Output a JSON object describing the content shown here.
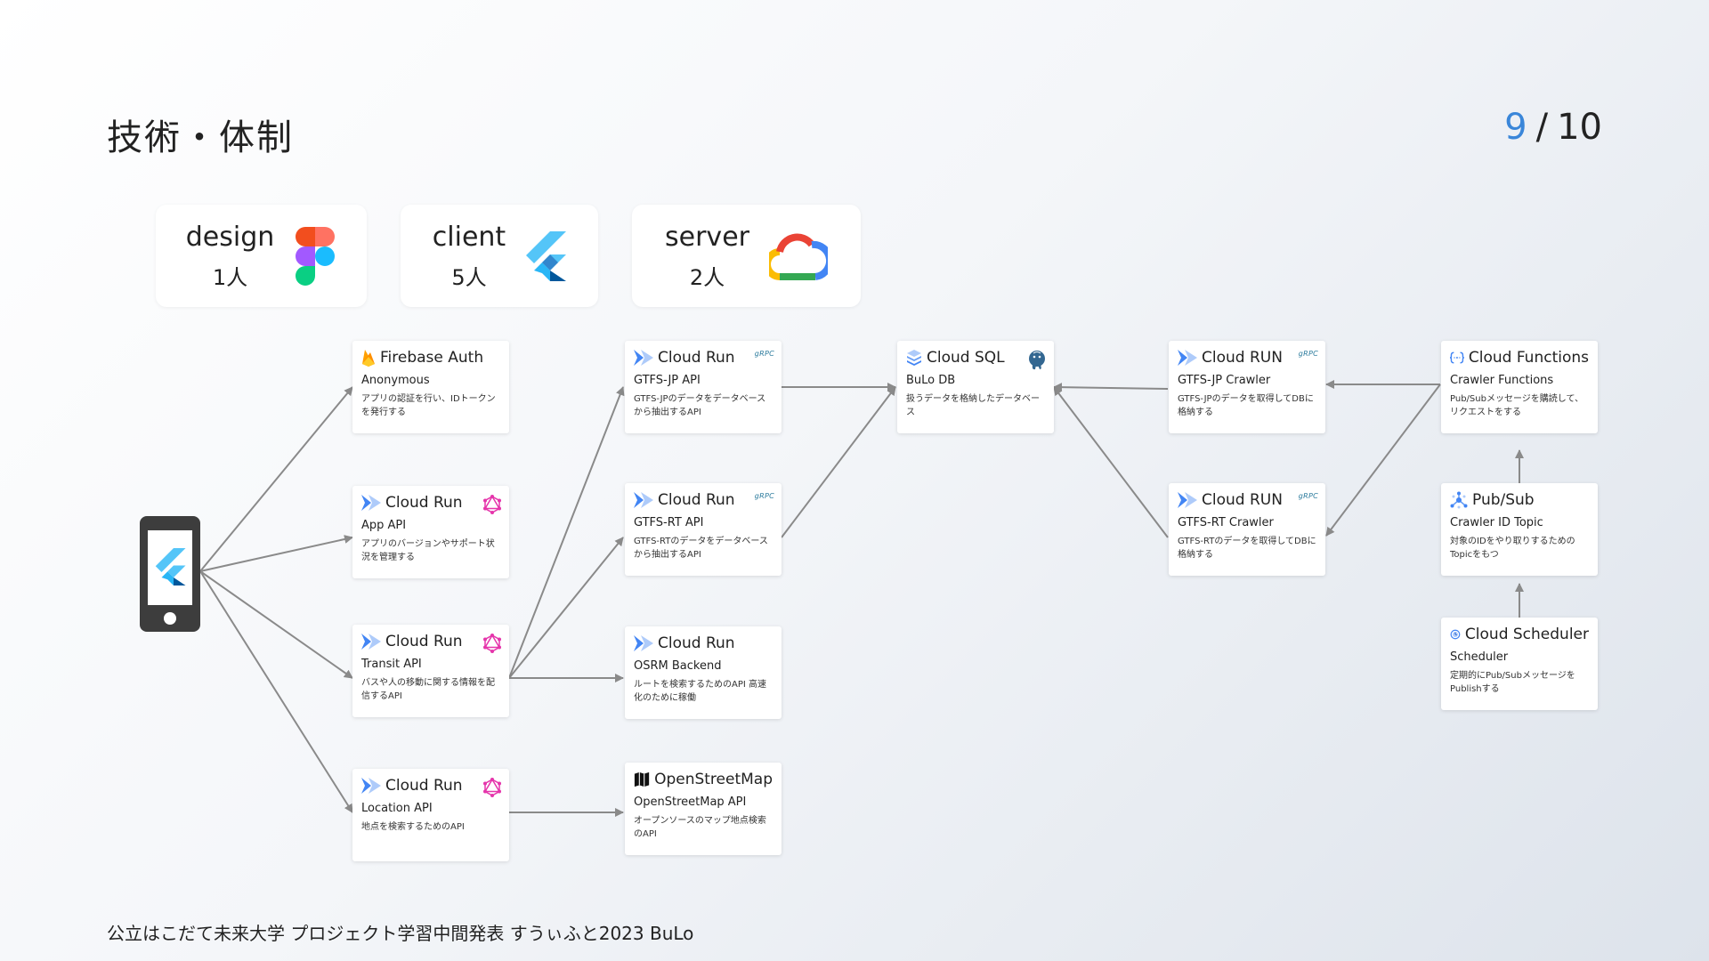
{
  "title": "技術・体制",
  "pager": {
    "current": "9",
    "separator": "/",
    "total": "10"
  },
  "footer": "公立はこだて未来大学 プロジェクト学習中間発表 すうぃふと2023 BuLo",
  "teams": [
    {
      "role": "design",
      "count": "1人",
      "icon": "figma-icon"
    },
    {
      "role": "client",
      "count": "5人",
      "icon": "flutter-icon"
    },
    {
      "role": "server",
      "count": "2人",
      "icon": "google-cloud-icon"
    }
  ],
  "nodes": {
    "firebase_auth": {
      "title": "Firebase Auth",
      "sub": "Anonymous",
      "desc": "アプリの認証を行い、IDトークンを発行する",
      "icon": "firebase-icon"
    },
    "app_api": {
      "title": "Cloud Run",
      "sub": "App API",
      "desc": "アプリのバージョンやサポート状況を管理する",
      "icon": "cloud-run-icon",
      "badge": "graphql-icon"
    },
    "transit_api": {
      "title": "Cloud Run",
      "sub": "Transit API",
      "desc": "バスや人の移動に関する情報を配信するAPI",
      "icon": "cloud-run-icon",
      "badge": "graphql-icon"
    },
    "location_api": {
      "title": "Cloud Run",
      "sub": "Location API",
      "desc": "地点を検索するためのAPI",
      "icon": "cloud-run-icon",
      "badge": "graphql-icon"
    },
    "gtfs_jp_api": {
      "title": "Cloud Run",
      "sub": "GTFS-JP API",
      "desc": "GTFS-JPのデータをデータベースから抽出するAPI",
      "icon": "cloud-run-icon",
      "badge": "gRPC"
    },
    "gtfs_rt_api": {
      "title": "Cloud Run",
      "sub": "GTFS-RT API",
      "desc": "GTFS-RTのデータをデータベースから抽出するAPI",
      "icon": "cloud-run-icon",
      "badge": "gRPC"
    },
    "osrm": {
      "title": "Cloud Run",
      "sub": "OSRM Backend",
      "desc": "ルートを検索するためのAPI 高速化のために稼働",
      "icon": "cloud-run-icon"
    },
    "osm": {
      "title": "OpenStreetMap",
      "sub": "OpenStreetMap API",
      "desc": "オープンソースのマップ地点検索のAPI",
      "icon": "map-icon"
    },
    "cloud_sql": {
      "title": "Cloud SQL",
      "sub": "BuLo DB",
      "desc": "扱うデータを格納したデータベース",
      "icon": "cloud-sql-icon",
      "badge": "postgresql-icon"
    },
    "jp_crawler": {
      "title": "Cloud RUN",
      "sub": "GTFS-JP Crawler",
      "desc": "GTFS-JPのデータを取得してDBに格納する",
      "icon": "cloud-run-icon",
      "badge": "gRPC"
    },
    "rt_crawler": {
      "title": "Cloud RUN",
      "sub": "GTFS-RT Crawler",
      "desc": "GTFS-RTのデータを取得してDBに格納する",
      "icon": "cloud-run-icon",
      "badge": "gRPC"
    },
    "cloud_functions": {
      "title": "Cloud Functions",
      "sub": "Crawler Functions",
      "desc": "Pub/Subメッセージを購読して、リクエストをする",
      "icon": "cloud-functions-icon"
    },
    "pubsub": {
      "title": "Pub/Sub",
      "sub": "Crawler ID Topic",
      "desc": "対象のIDをやり取りするためのTopicをもつ",
      "icon": "pubsub-icon"
    },
    "scheduler": {
      "title": "Cloud Scheduler",
      "sub": "Scheduler",
      "desc": "定期的にPub/SubメッセージをPublishする",
      "icon": "cloud-scheduler-icon"
    }
  },
  "colors": {
    "accent": "#3a86d9",
    "arrow": "#8a8a8a",
    "phone": "#3d3d3d"
  }
}
